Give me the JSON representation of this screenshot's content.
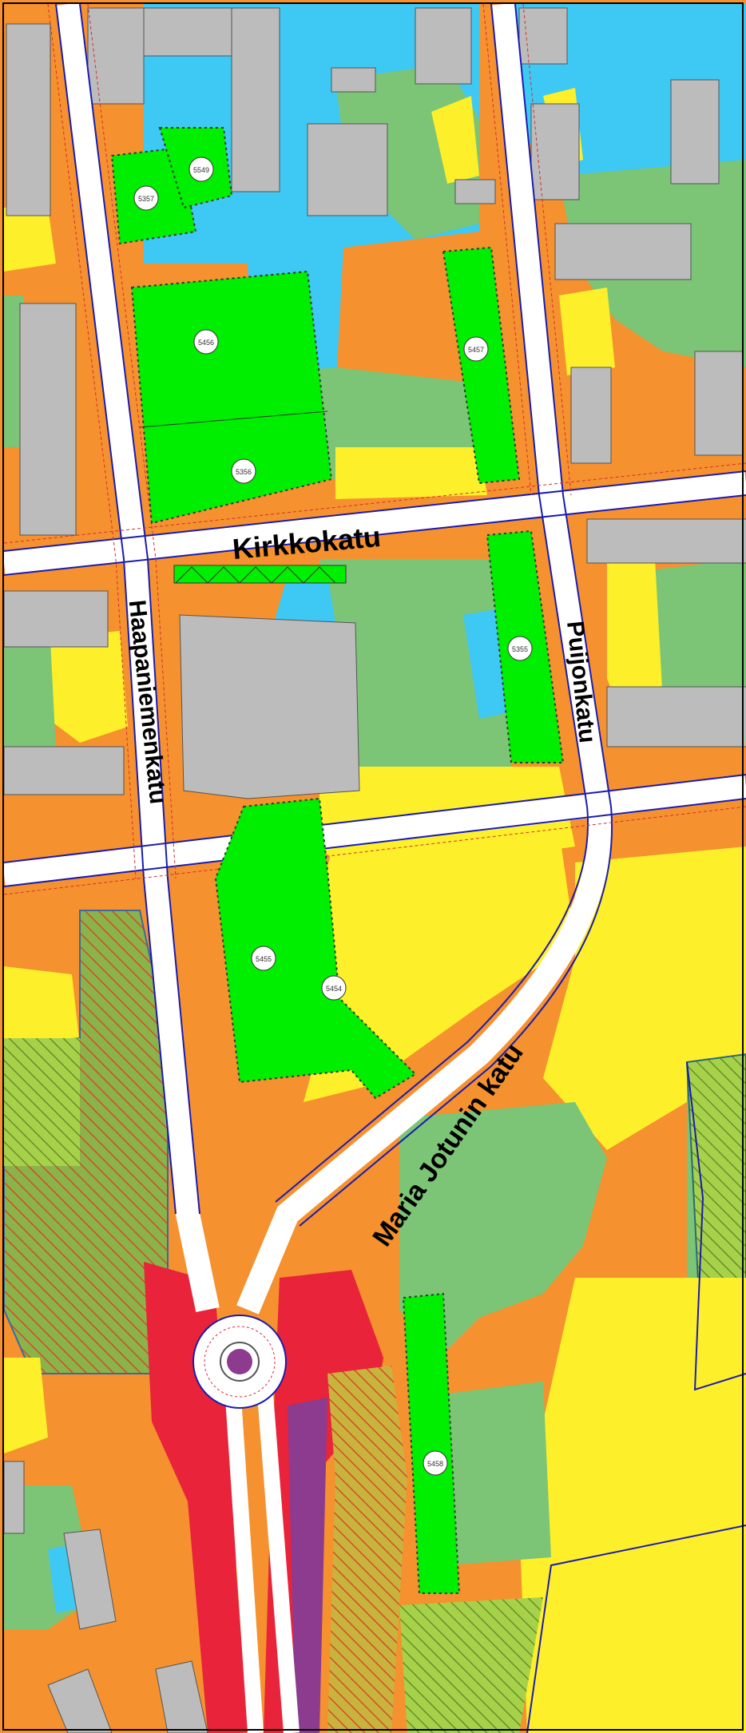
{
  "map": {
    "streets": {
      "kirkkokatu": "Kirkkokatu",
      "haapaniemenkatu": "Haapaniemenkatu",
      "puijonkatu": "Puijonkatu",
      "maria_jotunin_katu": "Maria Jotunin katu"
    },
    "parcels": {
      "p5357": "5357",
      "p5549": "5549",
      "p5456": "5456",
      "p5356": "5356",
      "p5457": "5457",
      "p5355": "5355",
      "p5455": "5455",
      "p5454": "5454",
      "p5458": "5458"
    },
    "legend_colors": {
      "road": "#ffffff",
      "road_edge": "#e8233a",
      "orange_zone": "#f5912e",
      "yellow_zone": "#fdf02a",
      "blue_zone": "#3ec8f4",
      "light_green_zone": "#7cc576",
      "bright_green_parcel": "#00ee00",
      "building": "#bcbcbc",
      "hatched_area": "#8ab34a",
      "purple_zone": "#8c3b8f"
    }
  }
}
